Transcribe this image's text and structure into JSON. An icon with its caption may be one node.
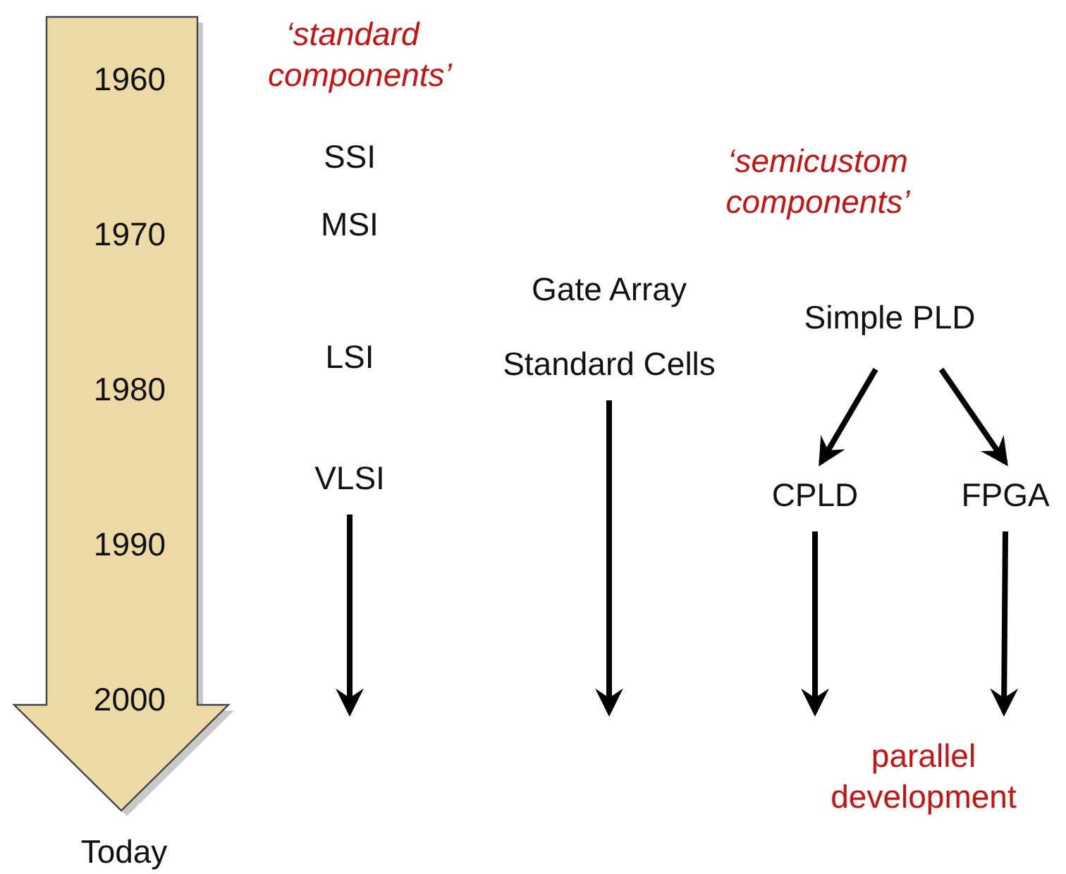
{
  "diagram": {
    "nodes": [
      {
        "text": [
          "1960",
          "1970",
          "1980",
          "1990",
          "2000"
        ],
        "beside": [
          "Today"
        ]
      },
      {
        "text": [
          "VLSI"
        ]
      },
      {
        "text": [
          "Standard Cells"
        ]
      },
      {
        "text": [
          "Simple PLD"
        ]
      },
      {
        "text": [
          "CPLD"
        ]
      },
      {
        "text": [
          "FPGA"
        ]
      }
    ],
    "edges": [
      {
        "from": 3,
        "to": 4,
        "arrow": "to"
      },
      {
        "from": 3,
        "to": 5,
        "arrow": "to"
      },
      {
        "from": 1,
        "to": null,
        "arrow": "to"
      },
      {
        "from": 2,
        "to": null,
        "arrow": "to"
      },
      {
        "from": 4,
        "to": null,
        "arrow": "to"
      },
      {
        "from": 5,
        "to": null,
        "arrow": "to"
      }
    ],
    "labels": [
      "‘standard components’",
      "SSI",
      "‘semicustom components’",
      "MSI",
      "Gate Array",
      "LSI",
      "parallel development"
    ]
  }
}
